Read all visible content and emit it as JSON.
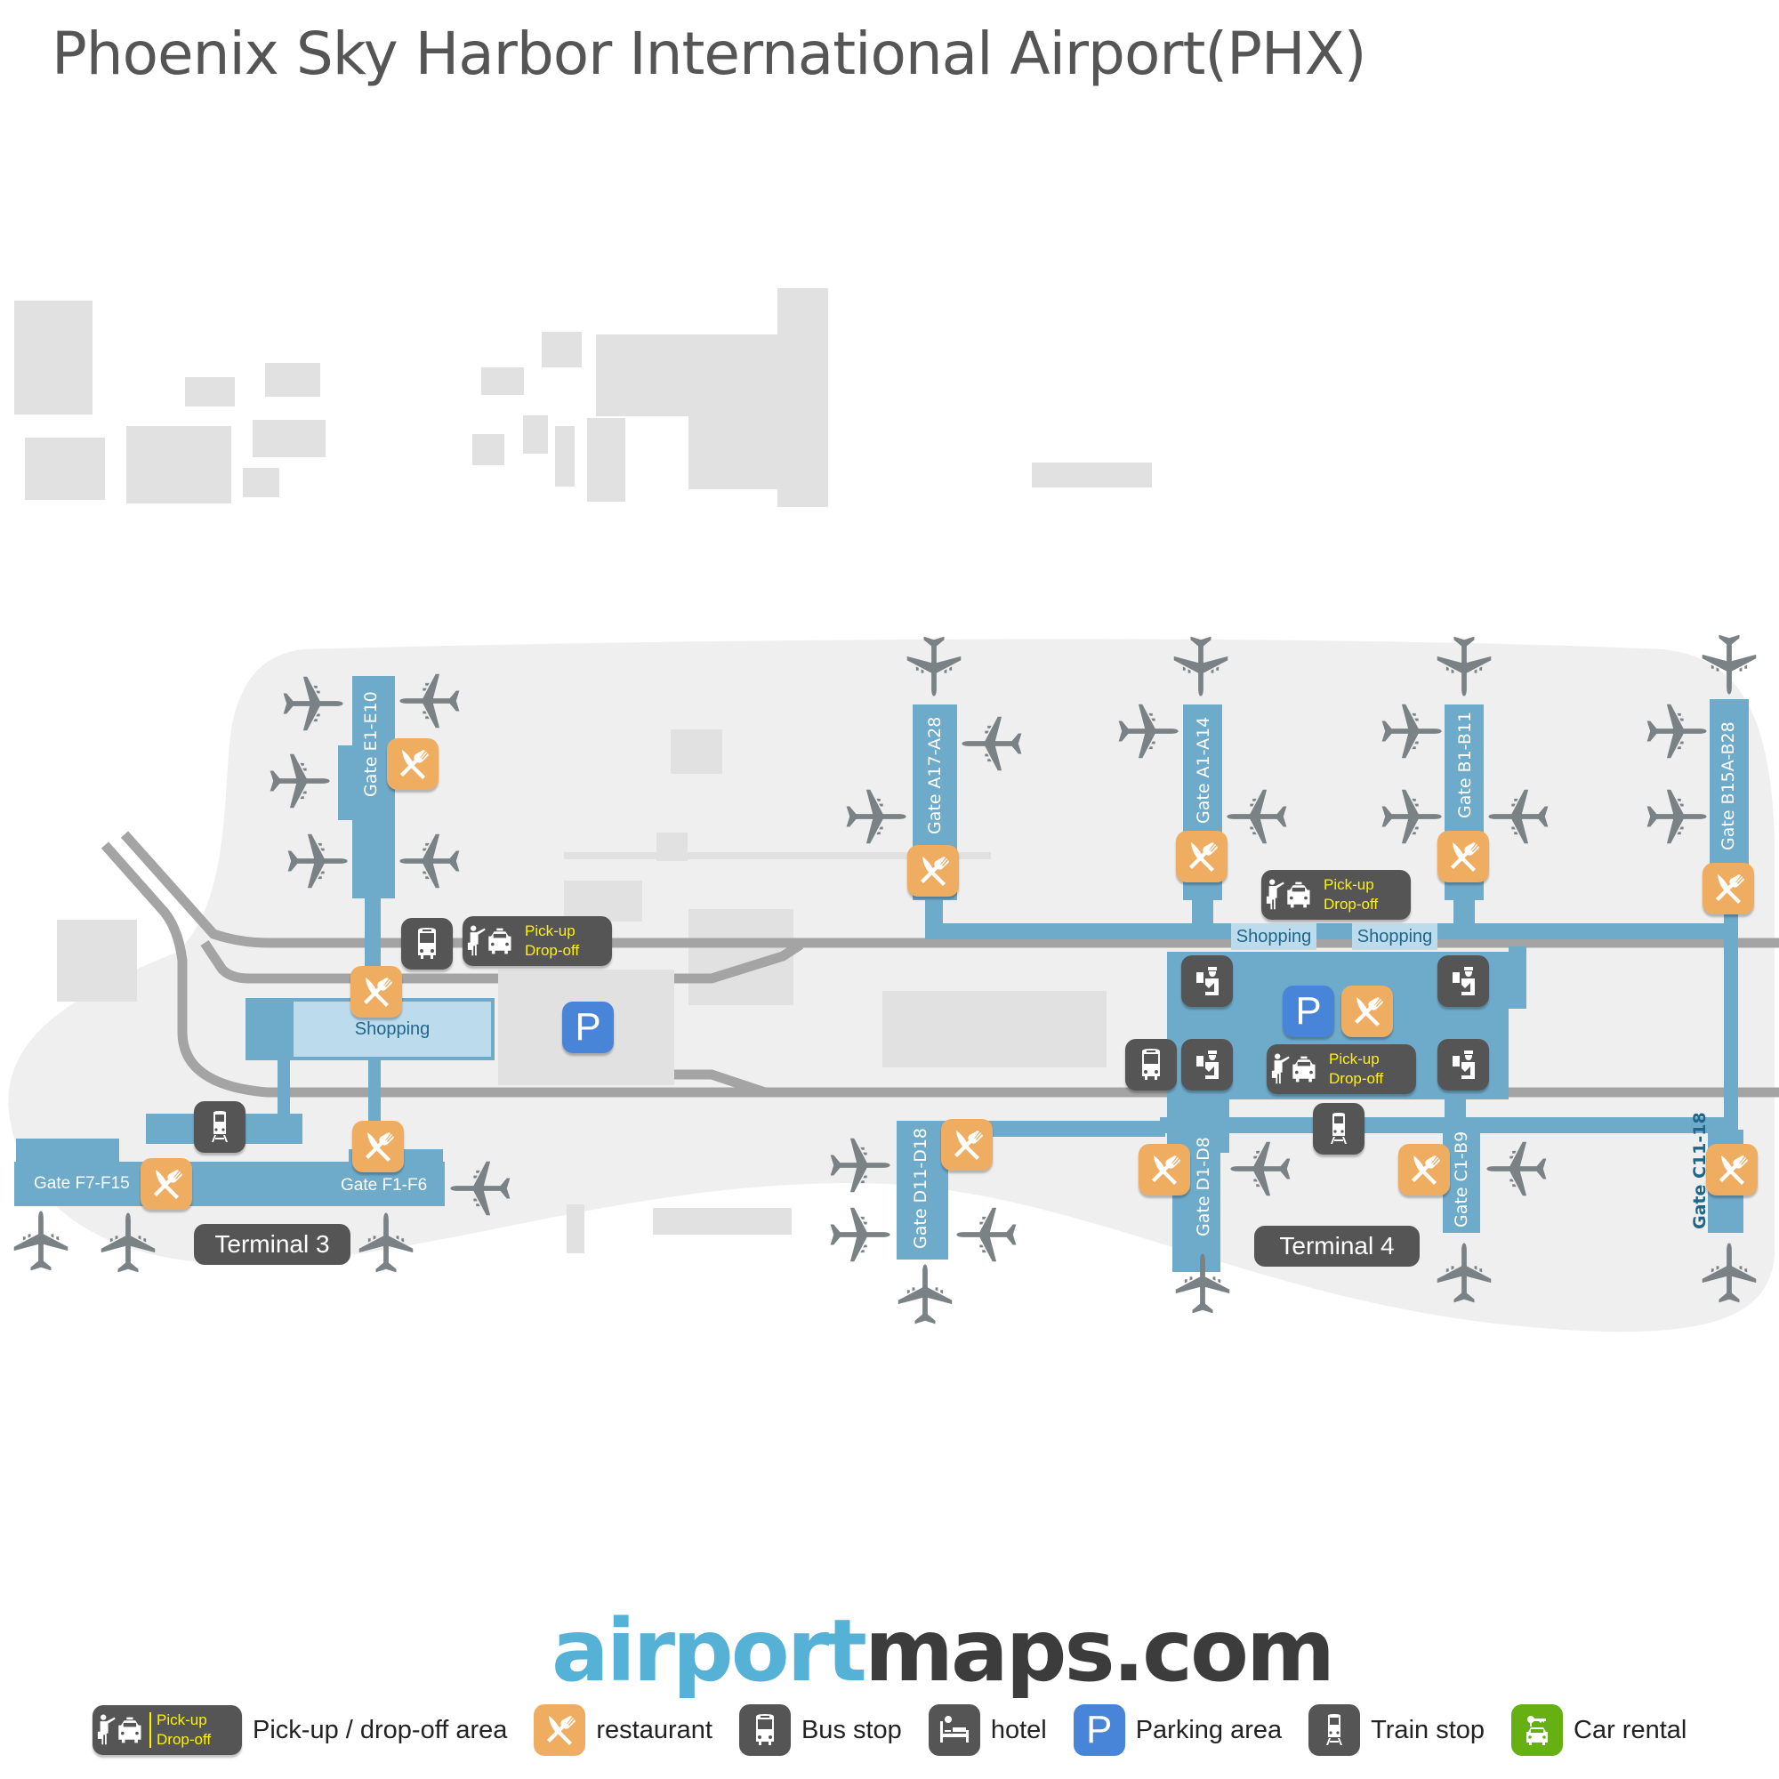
{
  "title": "Phoenix Sky Harbor International Airport(PHX)",
  "colors": {
    "terminal": "#6eabcb",
    "shopping": "#bcdcee",
    "restaurant": "#efad62",
    "dark_icon": "#555555",
    "parking": "#4884d8",
    "car_rental": "#66b012",
    "pickup_text": "#fff200",
    "road": "#a4a4a4",
    "building": "#e1e1e1",
    "airfield": "#efefef",
    "plane": "#7a8285"
  },
  "terminals": [
    {
      "name": "Terminal 3",
      "label": "Terminal 3"
    },
    {
      "name": "Terminal 4",
      "label": "Terminal 4"
    }
  ],
  "gates": {
    "e": "Gate E1-E10",
    "f7": "Gate F7-F15",
    "f1": "Gate F1-F6",
    "a17": "Gate A17-A28",
    "a1": "Gate A1-A14",
    "b1": "Gate B1-B11",
    "b15": "Gate B15A-B28",
    "d11": "Gate D11-D18",
    "d1": "Gate D1-D8",
    "c1": "Gate C1-B9",
    "c11": "Gate C11-18"
  },
  "shopping": {
    "t3": "Shopping",
    "t4_left": "Shopping",
    "t4_right": "Shopping"
  },
  "pickup": {
    "line1": "Pick-up",
    "line2": "Drop-off"
  },
  "parking_glyph": "P",
  "branding": {
    "part1": "airport",
    "part2": "maps.com"
  },
  "legend": [
    {
      "icon": "pickup-dropoff-icon",
      "label": "Pick-up / drop-off area",
      "badge_line1": "Pick-up",
      "badge_line2": "Drop-off"
    },
    {
      "icon": "restaurant-icon",
      "label": "restaurant"
    },
    {
      "icon": "bus-stop-icon",
      "label": "Bus stop"
    },
    {
      "icon": "hotel-icon",
      "label": "hotel"
    },
    {
      "icon": "parking-icon",
      "label": "Parking area",
      "glyph": "P"
    },
    {
      "icon": "train-stop-icon",
      "label": "Train stop"
    },
    {
      "icon": "car-rental-icon",
      "label": "Car rental"
    }
  ]
}
